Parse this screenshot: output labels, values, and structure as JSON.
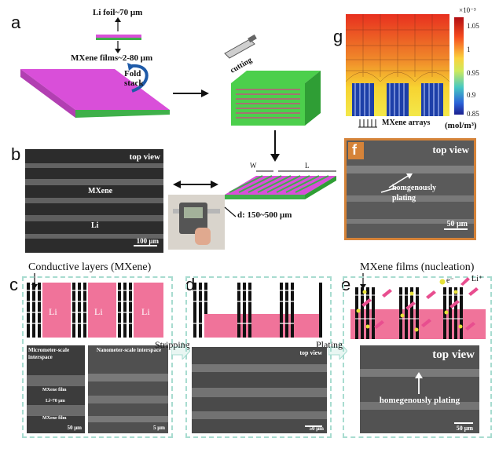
{
  "panels": {
    "a": "a",
    "b": "b",
    "c": "c",
    "d": "d",
    "e": "e",
    "f": "f",
    "g": "g"
  },
  "panel_a": {
    "li_foil": "Li foil~70 μm",
    "mxene_films": "MXene films~2-80 μm",
    "fold_stack": "Fold stack",
    "cutting": "cutting",
    "width_label": "W",
    "length_label": "L",
    "thickness": "d: 150~500 μm"
  },
  "panel_b": {
    "view": "top view",
    "mxene": "MXene",
    "li": "Li",
    "scale": "100 μm"
  },
  "panel_c": {
    "title": "Conductive layers (MXene)",
    "li_labels": [
      "Li",
      "Li",
      "Li"
    ],
    "left_sem_title": "Micrometer-scale interspace",
    "right_sem_title": "Nanometer-scale interspace",
    "mxene_film_1": "MXene film",
    "li_thickness": "Li~70 μm",
    "mxene_film_2": "MXene film",
    "scale_left": "50 μm",
    "scale_right": "5 μm"
  },
  "transitions": {
    "stripping": "Stripping",
    "plating": "Plating"
  },
  "panel_d": {
    "view": "top view",
    "scale": "50 μm"
  },
  "panel_e": {
    "title": "MXene films (nucleation)",
    "electron": "e⁻",
    "lithium_ion": "Li⁺",
    "view": "top view",
    "caption": "homegenously plating",
    "scale": "50 μm"
  },
  "panel_f": {
    "view": "top view",
    "caption": "homgenously plating",
    "scale": "50 μm"
  },
  "panel_g": {
    "multiplier": "×10⁻³",
    "ticks": [
      "1.05",
      "1",
      "0.95",
      "0.9",
      "0.85"
    ],
    "unit": "(mol/m³)",
    "legend": "MXene arrays"
  },
  "colors": {
    "li_pink": "#f0739a",
    "mxene_green": "#3fb04a",
    "magenta": "#d94fd9",
    "dash": "#a8dcd0"
  }
}
